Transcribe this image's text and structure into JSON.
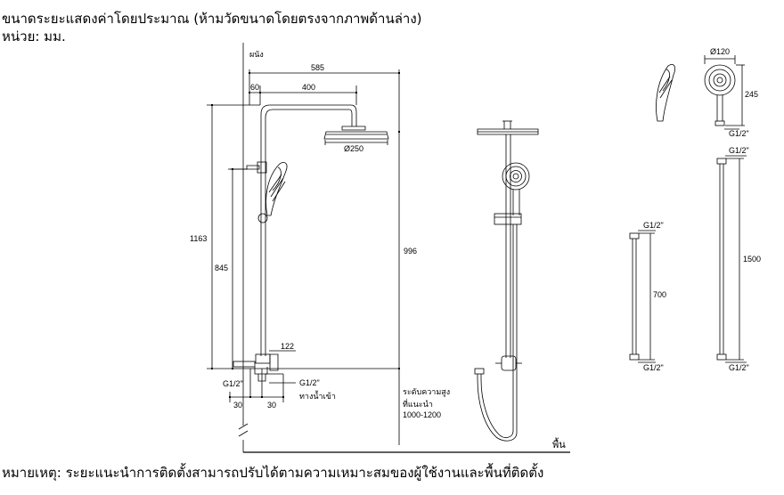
{
  "header": {
    "line1": "ขนาดระยะแสดงค่าโดยประมาณ (ห้ามวัดขนาดโดยตรงจากภาพด้านล่าง)",
    "line2": "หน่วย: มม."
  },
  "footer": {
    "note": "หมายเหตุ: ระยะแนะนำการติดตั้งสามารถปรับได้ตามความเหมาะสมของผู้ใช้งานและพื้นที่ติดตั้ง"
  },
  "labels": {
    "wall": "ผนัง",
    "floor": "พื้น",
    "water_inlet": "ทางน้ำเข้า",
    "recommended_line1": "ระดับความสูง",
    "recommended_line2": "ที่แนะนำ",
    "recommended_range": "1000-1200"
  },
  "dimensions": {
    "d585": "585",
    "d60": "60",
    "d400": "400",
    "d250": "Ø250",
    "d1163": "1163",
    "d845": "845",
    "d996": "996",
    "d122": "122",
    "g_inlet": "G1/2\"",
    "g_left": "G1/2\"",
    "d30a": "30",
    "d30b": "30",
    "d120": "Ø120",
    "d245": "245",
    "g_hand": "G1/2\"",
    "g_hose1_top": "G1/2\"",
    "d700": "700",
    "g_hose1_bot": "G1/2\"",
    "g_hose2_top": "G1/2\"",
    "d1500": "1500",
    "g_hose2_bot": "G1/2\""
  }
}
